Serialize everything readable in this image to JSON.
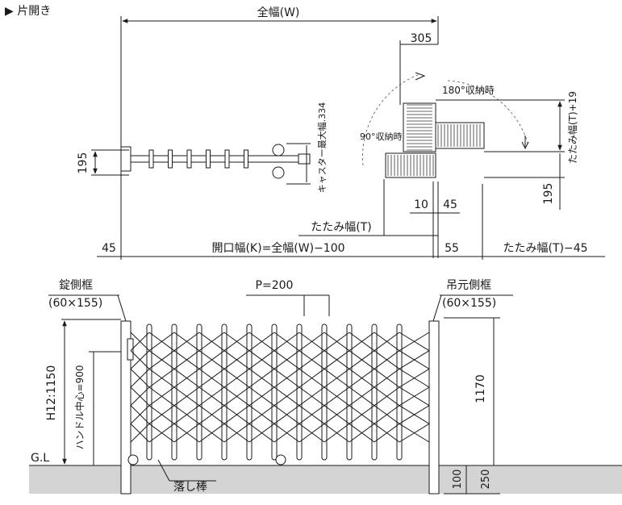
{
  "header": {
    "label": "▶ 片開き"
  },
  "plan": {
    "overall_width": "全幅(W)",
    "dim_305": "305",
    "stowed_180": "180°収納時",
    "stowed_90": "90°収納時",
    "caster_width": "キャスター最大幅.334",
    "folded_width_t19": "たたみ幅(T)+19",
    "dim_195_left": "195",
    "dim_195_right": "195",
    "dim_10": "10",
    "dim_45_mid": "45",
    "folded_width_t": "たたみ幅(T)",
    "dim_45_left": "45",
    "opening_width": "開口幅(K)=全幅(W)−100",
    "dim_55": "55",
    "folded_width_t45": "たたみ幅(T)−45"
  },
  "elevation": {
    "lock_frame": "錠側框",
    "lock_frame_size": "(60×155)",
    "pitch": "P=200",
    "hinge_frame": "吊元側框",
    "hinge_frame_size": "(60×155)",
    "height_h12": "H12:1150",
    "handle_center": "ハンドル中心=900",
    "dim_1170": "1170",
    "ground_line": "G.L",
    "dim_100": "100",
    "dim_250": "250",
    "drop_rod": "落し棒"
  }
}
